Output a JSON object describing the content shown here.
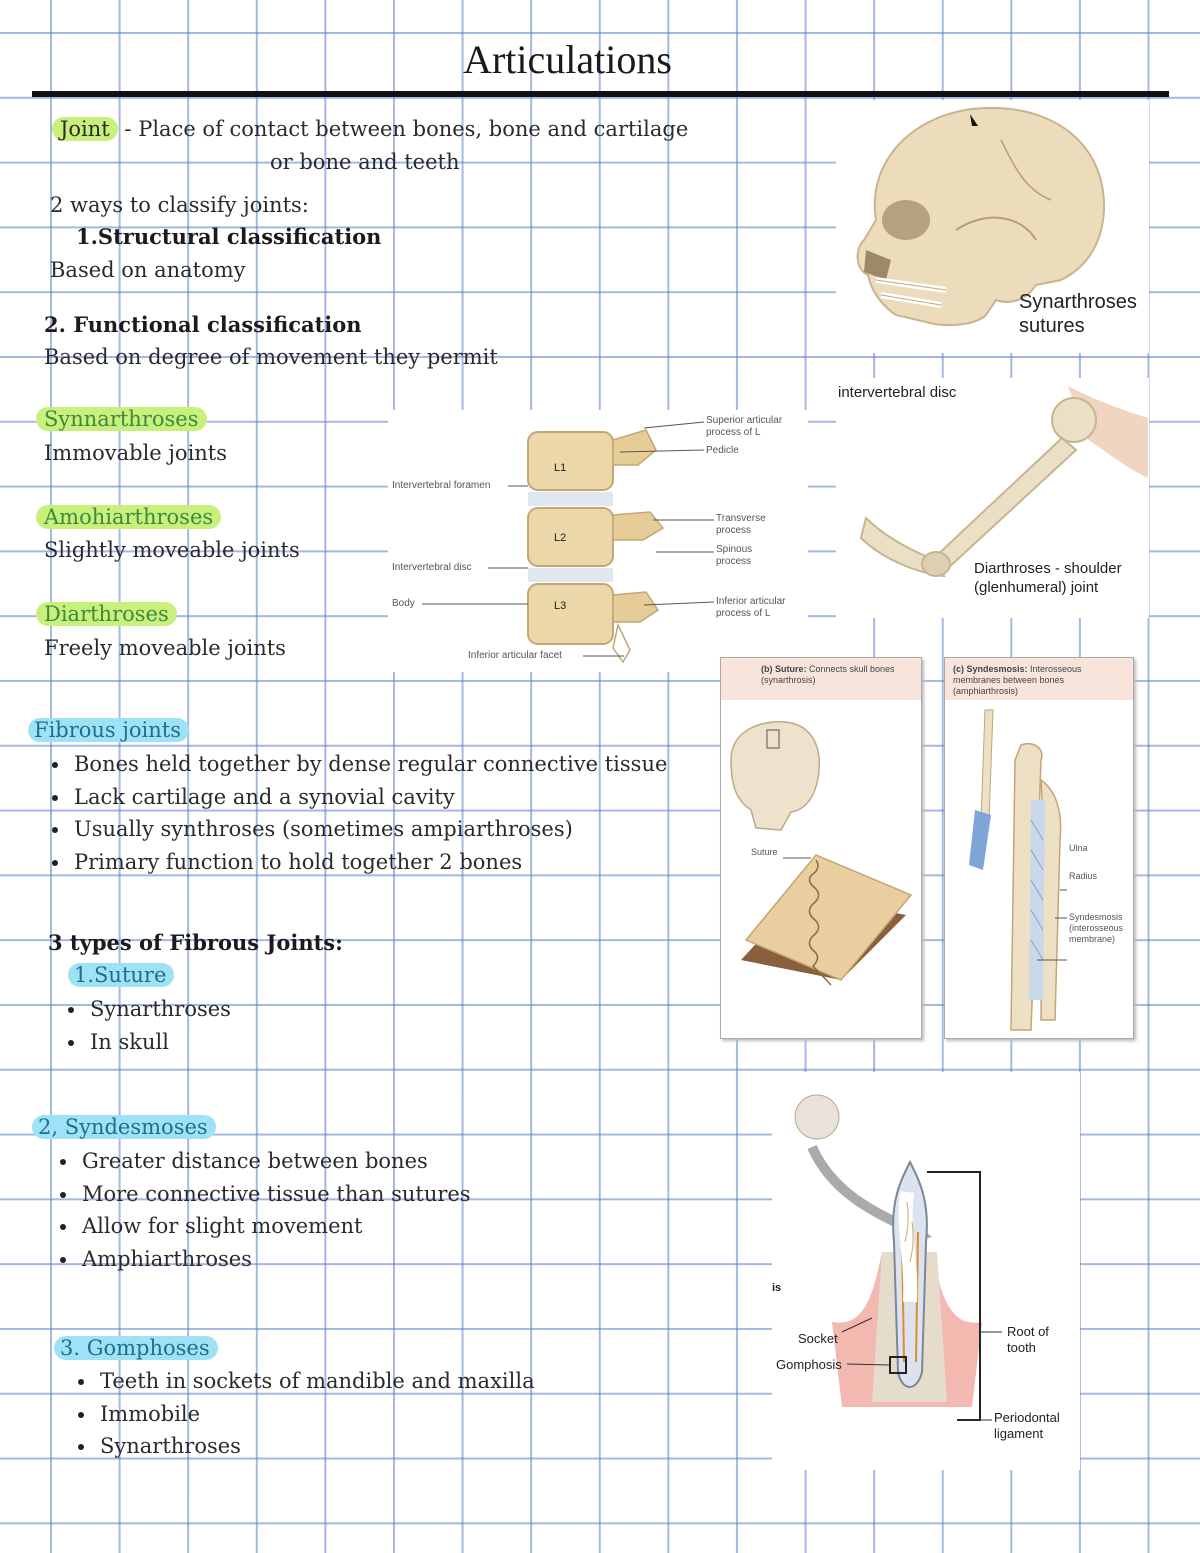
{
  "title": "Articulations",
  "intro": {
    "term": "Joint",
    "definition_line1": " - Place of contact between bones, bone and cartilage",
    "definition_line2": "or bone and teeth",
    "classify_heading": "2 ways to classify joints:",
    "structural_title": "1.Structural classification",
    "structural_desc": "Based on anatomy",
    "functional_title": "2. Functional classification",
    "functional_desc": "Based on degree of movement they permit"
  },
  "functional_types": [
    {
      "name": "Synnarthroses",
      "desc": "Immovable joints"
    },
    {
      "name": "Amohiarthroses",
      "desc": "Slightly moveable joints"
    },
    {
      "name": "Diarthroses",
      "desc": "Freely moveable joints"
    }
  ],
  "fibrous": {
    "heading": "Fibrous joints",
    "bullets": [
      "Bones held together by dense regular connective tissue",
      "Lack cartilage and a synovial cavity",
      "Usually synthroses (sometimes ampiarthroses)",
      "Primary function to hold together 2 bones"
    ],
    "types_heading": "3 types of Fibrous Joints:"
  },
  "suture": {
    "heading": "1.Suture",
    "bullets": [
      "Synarthroses",
      "In skull"
    ]
  },
  "syndesmoses": {
    "heading": "2, Syndesmoses",
    "bullets": [
      "Greater distance between bones",
      "More connective tissue than sutures",
      "Allow for slight movement",
      "Amphiarthroses"
    ]
  },
  "gomphoses": {
    "heading": "3. Gomphoses",
    "bullets": [
      "Teeth in sockets of mandible and maxilla",
      "Immobile",
      "Synarthroses"
    ]
  },
  "figures": {
    "skull": {
      "label_line1": "Synarthroses",
      "label_line2": "sutures"
    },
    "shoulder": {
      "disc_label": "intervertebral disc",
      "label_line1": "Diarthroses - shoulder",
      "label_line2": "(glenhumeral) joint"
    },
    "vertebra": {
      "labels": {
        "superior": "Superior articular",
        "superior2": "process of L",
        "pedicle": "Pedicle",
        "foramen": "Intervertebral foramen",
        "transverse": "Transverse",
        "transverse2": "process",
        "spinous": "Spinous",
        "spinous2": "process",
        "disc": "Intervertebral disc",
        "body": "Body",
        "inferior": "Inferior articular",
        "inferior2": "process of L",
        "facet": "Inferior articular facet"
      },
      "vertebra_labels": [
        "L1",
        "L2",
        "L3"
      ]
    },
    "suture_panel": {
      "caption_bold": "(b) Suture:",
      "caption": " Connects skull bones (synarthrosis)",
      "label": "Suture"
    },
    "syndesmosis_panel": {
      "caption_bold": "(c) Syndesmosis:",
      "caption": " Interosseous membranes between bones (amphiarthrosis)",
      "labels": [
        "Ulna",
        "Radius",
        "Syndesmosis (interosseous membrane)"
      ]
    },
    "tooth": {
      "labels": {
        "socket": "Socket",
        "gomphosis": "Gomphosis",
        "root": "Root of tooth",
        "ligament": "Periodontal ligament",
        "edge": "is"
      }
    }
  }
}
